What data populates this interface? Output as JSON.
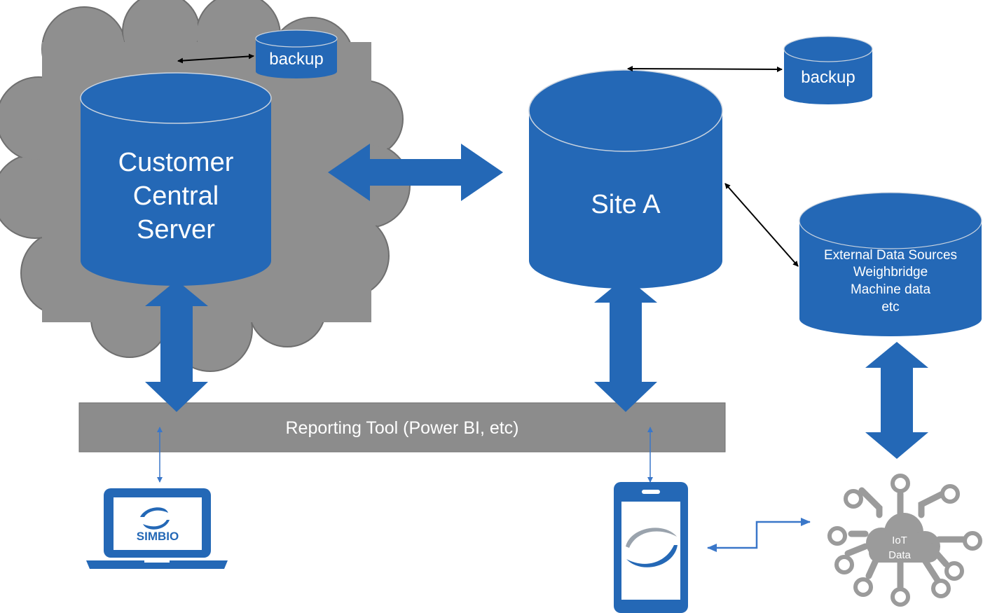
{
  "colors": {
    "db_blue": "#2468b6",
    "db_rim": "#c9d3df",
    "cloud_gray": "#8f8f8f",
    "bar_gray": "#8c8c8c",
    "line_black": "#000000",
    "thin_blue": "#3a77c9",
    "iot_gray": "#9b9b9b"
  },
  "nodes": {
    "backup_small": "backup",
    "central_server": {
      "line1": "Customer",
      "line2": "Central",
      "line3": "Server"
    },
    "site_backup": "backup",
    "site_a": "Site A",
    "external": {
      "line1": "External Data Sources",
      "line2": "Weighbridge",
      "line3": "Machine data",
      "line4": "etc"
    },
    "reporting_tool": "Reporting Tool (Power BI, etc)",
    "laptop_logo": "SIMBIO",
    "iot": {
      "line1": "IoT",
      "line2": "Data"
    }
  }
}
